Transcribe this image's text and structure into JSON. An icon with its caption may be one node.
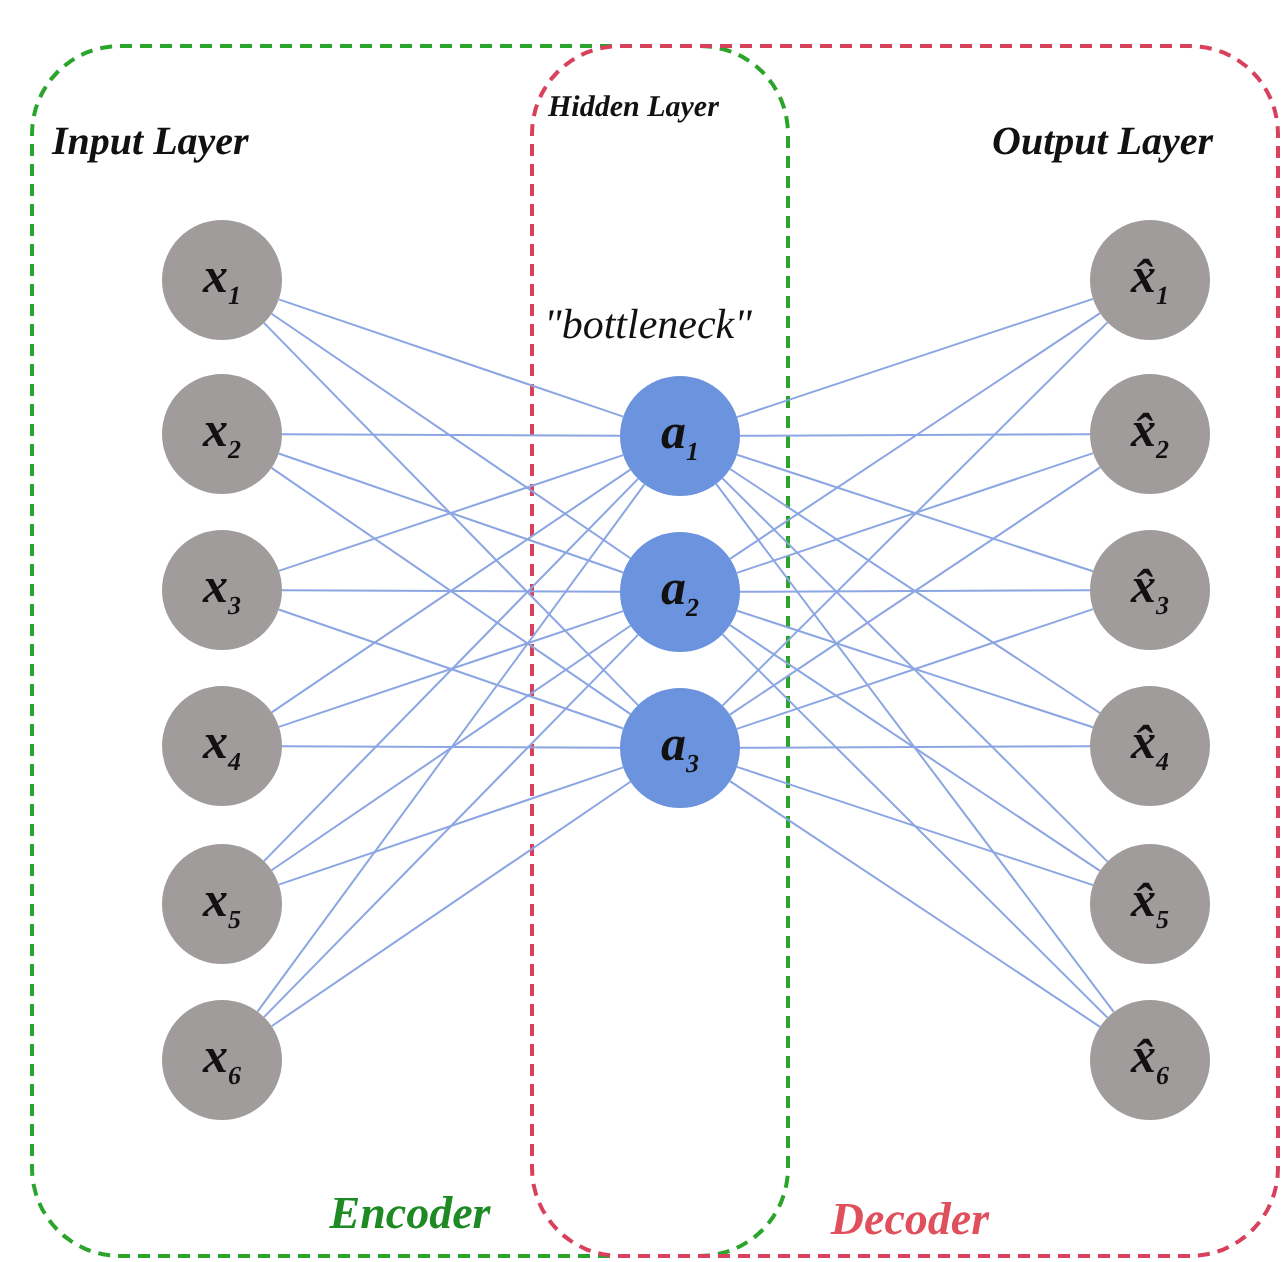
{
  "diagram": {
    "nodes": [
      {
        "text": [
          "Encoder"
        ]
      },
      {
        "text": [
          "x$_{1}$"
        ],
        "in": 0
      },
      {
        "text": [
          "x$_{2}$"
        ],
        "in": 0
      },
      {
        "text": [
          "x$_{3}$"
        ],
        "in": 0
      },
      {
        "text": [
          "x$_{4}$"
        ],
        "in": 0
      },
      {
        "text": [
          "x$_{5}$"
        ],
        "in": 0
      },
      {
        "text": [
          "x$_{6}$"
        ],
        "in": 0
      },
      {
        "text": [
          "Decoder"
        ]
      },
      {
        "text": [
          "a$_{1}$"
        ],
        "beside": [
          "\"bottleneck\""
        ]
      },
      {
        "text": [
          "a$_{2}$"
        ]
      },
      {
        "text": [
          "a$_{3}$"
        ]
      },
      {
        "text": [
          "x̂$_{1}$"
        ],
        "in": 7
      },
      {
        "text": [
          "x̂$_{2}$"
        ],
        "in": 7
      },
      {
        "text": [
          "x̂$_{3}$"
        ],
        "in": 7
      },
      {
        "text": [
          "x̂$_{4}$"
        ],
        "in": 7
      },
      {
        "text": [
          "x̂$_{5}$"
        ],
        "in": 7
      },
      {
        "text": [
          "x̂$_{6}$"
        ],
        "in": 7
      }
    ],
    "edges": [
      {
        "from": 1,
        "to": 8,
        "arrow": "none"
      },
      {
        "from": 1,
        "to": 9,
        "arrow": "none"
      },
      {
        "from": 1,
        "to": 10,
        "arrow": "none"
      },
      {
        "from": 2,
        "to": 8,
        "arrow": "none"
      },
      {
        "from": 2,
        "to": 9,
        "arrow": "none"
      },
      {
        "from": 2,
        "to": 10,
        "arrow": "none"
      },
      {
        "from": 3,
        "to": 8,
        "arrow": "none"
      },
      {
        "from": 3,
        "to": 9,
        "arrow": "none"
      },
      {
        "from": 3,
        "to": 10,
        "arrow": "none"
      },
      {
        "from": 4,
        "to": 8,
        "arrow": "none"
      },
      {
        "from": 4,
        "to": 9,
        "arrow": "none"
      },
      {
        "from": 4,
        "to": 10,
        "arrow": "none"
      },
      {
        "from": 5,
        "to": 8,
        "arrow": "none"
      },
      {
        "from": 5,
        "to": 9,
        "arrow": "none"
      },
      {
        "from": 5,
        "to": 10,
        "arrow": "none"
      },
      {
        "from": 6,
        "to": 8,
        "arrow": "none"
      },
      {
        "from": 6,
        "to": 9,
        "arrow": "none"
      },
      {
        "from": 6,
        "to": 10,
        "arrow": "none"
      },
      {
        "from": 8,
        "to": 11,
        "arrow": "none"
      },
      {
        "from": 8,
        "to": 12,
        "arrow": "none"
      },
      {
        "from": 8,
        "to": 13,
        "arrow": "none"
      },
      {
        "from": 8,
        "to": 14,
        "arrow": "none"
      },
      {
        "from": 8,
        "to": 15,
        "arrow": "none"
      },
      {
        "from": 8,
        "to": 16,
        "arrow": "none"
      },
      {
        "from": 9,
        "to": 11,
        "arrow": "none"
      },
      {
        "from": 9,
        "to": 12,
        "arrow": "none"
      },
      {
        "from": 9,
        "to": 13,
        "arrow": "none"
      },
      {
        "from": 9,
        "to": 14,
        "arrow": "none"
      },
      {
        "from": 9,
        "to": 15,
        "arrow": "none"
      },
      {
        "from": 9,
        "to": 16,
        "arrow": "none"
      },
      {
        "from": 10,
        "to": 11,
        "arrow": "none"
      },
      {
        "from": 10,
        "to": 12,
        "arrow": "none"
      },
      {
        "from": 10,
        "to": 13,
        "arrow": "none"
      },
      {
        "from": 10,
        "to": 14,
        "arrow": "none"
      },
      {
        "from": 10,
        "to": 15,
        "arrow": "none"
      },
      {
        "from": 10,
        "to": 16,
        "arrow": "none"
      }
    ],
    "labels": [
      "Input Layer",
      "Hidden Layer",
      "Output Layer"
    ]
  }
}
